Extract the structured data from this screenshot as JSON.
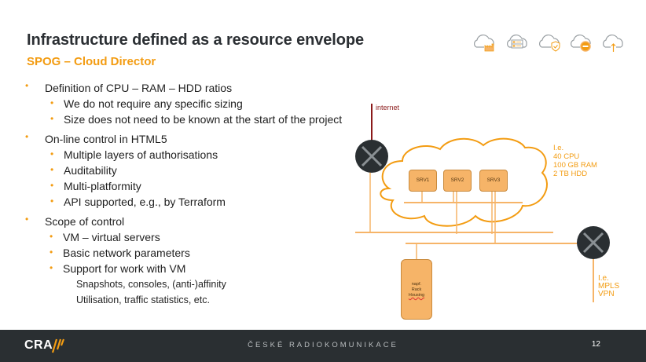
{
  "slide": {
    "title": "Infrastructure defined as a resource envelope",
    "subtitle": "SPOG – Cloud Director",
    "accent_color": "#f39c12",
    "title_color": "#2b2f33"
  },
  "header_icons": [
    {
      "name": "cloud-factory-icon"
    },
    {
      "name": "cloud-server-icon"
    },
    {
      "name": "cloud-shield-icon"
    },
    {
      "name": "cloud-minus-icon"
    },
    {
      "name": "cloud-upload-icon"
    }
  ],
  "bullets": [
    {
      "level": 1,
      "text": "Definition of CPU – RAM – HDD ratios"
    },
    {
      "level": 2,
      "text": "We do not require any specific sizing"
    },
    {
      "level": 2,
      "text": "Size does not need to be known at the start of the project"
    },
    {
      "level": 1,
      "text": "On-line control in HTML5"
    },
    {
      "level": 2,
      "text": "Multiple layers of authorisations"
    },
    {
      "level": 2,
      "text": "Auditability"
    },
    {
      "level": 2,
      "text": "Multi-platformity"
    },
    {
      "level": 2,
      "text": "API supported, e.g., by Terraform"
    },
    {
      "level": 1,
      "text": "Scope of control"
    },
    {
      "level": 2,
      "text": "VM – virtual servers"
    },
    {
      "level": 2,
      "text": "Basic network parameters"
    },
    {
      "level": 2,
      "text": "Support for work with VM"
    },
    {
      "level": 3,
      "text": "Snapshots, consoles, (anti-)affinity"
    },
    {
      "level": 3,
      "text": "Utilisation, traffic statistics, etc."
    }
  ],
  "diagram": {
    "internet_label": "internet",
    "servers": [
      "SRV1",
      "SRV2",
      "SRV3"
    ],
    "resource_label": [
      "I.e.",
      "40 CPU",
      "100 GB RAM",
      "2 TB HDD"
    ],
    "rack_label": [
      "např.",
      "Rack",
      "Housing"
    ],
    "wan_label": [
      "I.e.",
      "MPLS",
      "VPN"
    ]
  },
  "footer": {
    "logo_text": "CRA",
    "company_name": "ČESKÉ RADIOKOMUNIKACE",
    "page_number": "12"
  }
}
